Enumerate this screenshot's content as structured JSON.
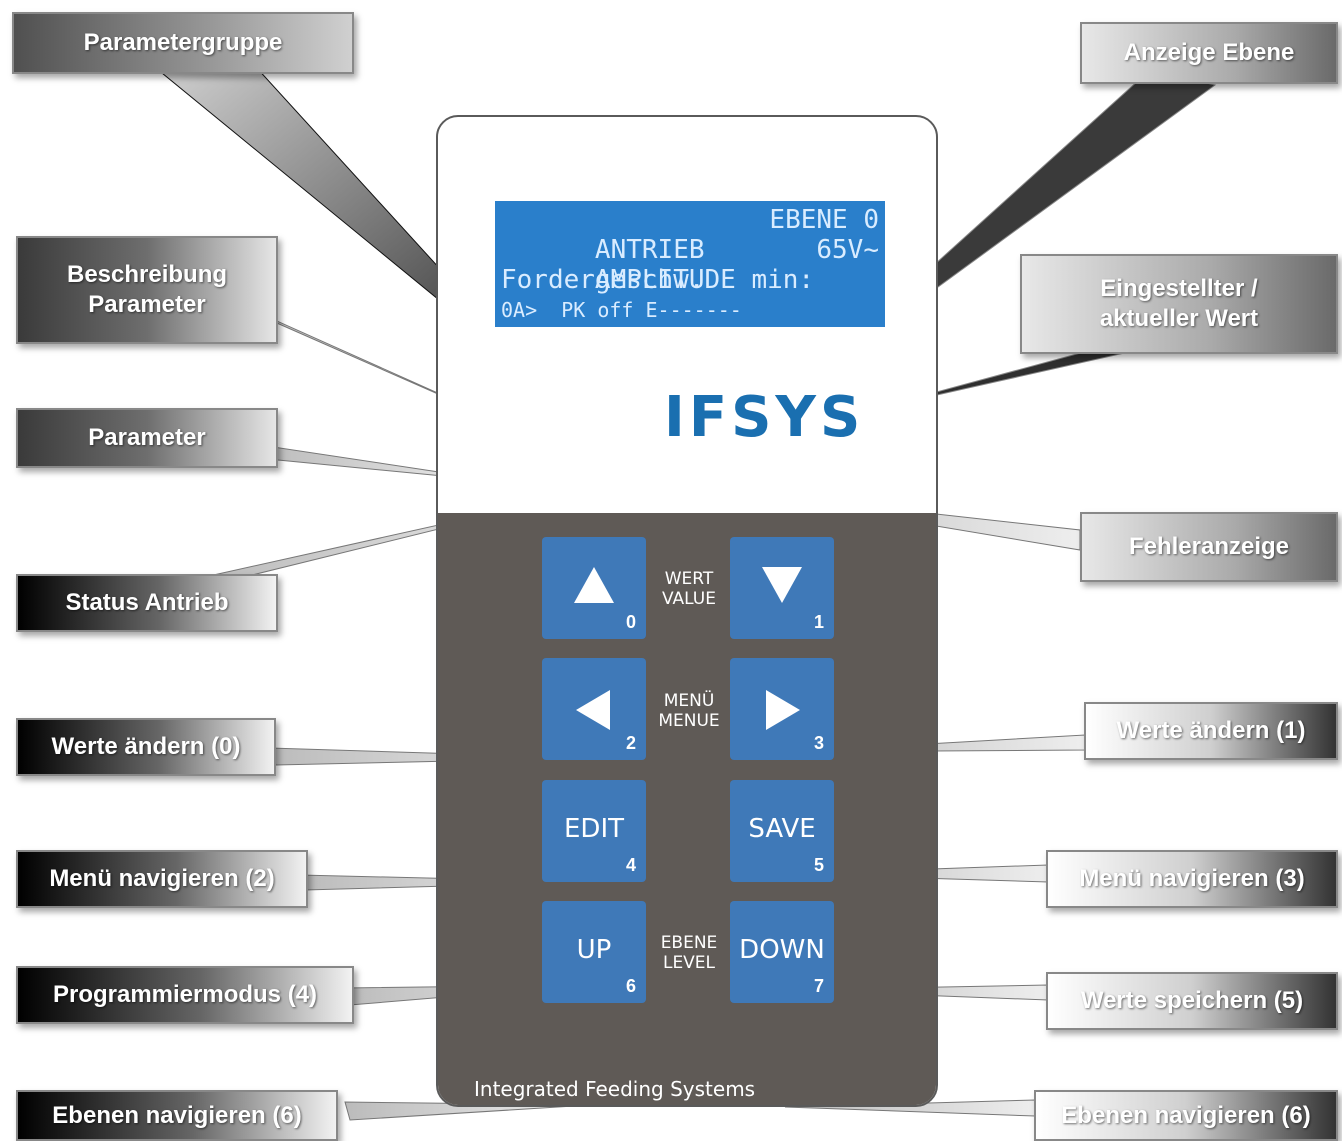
{
  "device": {
    "lcd": {
      "line1_left": "ANTRIEB",
      "line1_right": "EBENE 0",
      "line2_left": "AMPLITUDE min:",
      "line2_right": "65V~",
      "line3": "Fordergeschw.",
      "line4": "0A>  PK off E-------"
    },
    "logo": "IFSYS",
    "footer": "Integrated Feeding Systems",
    "groups": {
      "value": [
        "WERT",
        "VALUE"
      ],
      "menu": [
        "MENÜ",
        "MENUE"
      ],
      "level": [
        "EBENE",
        "LEVEL"
      ]
    },
    "keys": [
      {
        "icon": "arrow-up-icon",
        "label": "",
        "num": "0"
      },
      {
        "icon": "arrow-down-icon",
        "label": "",
        "num": "1"
      },
      {
        "icon": "arrow-left-icon",
        "label": "",
        "num": "2"
      },
      {
        "icon": "arrow-right-icon",
        "label": "",
        "num": "3"
      },
      {
        "icon": "",
        "label": "EDIT",
        "num": "4"
      },
      {
        "icon": "",
        "label": "SAVE",
        "num": "5"
      },
      {
        "icon": "",
        "label": "UP",
        "num": "6"
      },
      {
        "icon": "",
        "label": "DOWN",
        "num": "7"
      }
    ]
  },
  "callouts": {
    "parametergruppe": "Parametergruppe",
    "anzeige_ebene": "Anzeige Ebene",
    "beschreibung_1": "Beschreibung",
    "beschreibung_2": "Parameter",
    "eingestellter_1": "Eingestellter /",
    "eingestellter_2": "aktueller Wert",
    "parameter": "Parameter",
    "fehleranzeige": "Fehleranzeige",
    "status_antrieb": "Status Antrieb",
    "werte_aendern_0": "Werte ändern (0)",
    "werte_aendern_1": "Werte ändern (1)",
    "menue_navigieren_2": "Menü navigieren (2)",
    "menue_navigieren_3": "Menü navigieren (3)",
    "programmiermodus_4": "Programmiermodus (4)",
    "werte_speichern_5": "Werte speichern (5)",
    "ebenen_navigieren_left": "Ebenen navigieren (6)",
    "ebenen_navigieren_right": "Ebenen navigieren (6)"
  }
}
